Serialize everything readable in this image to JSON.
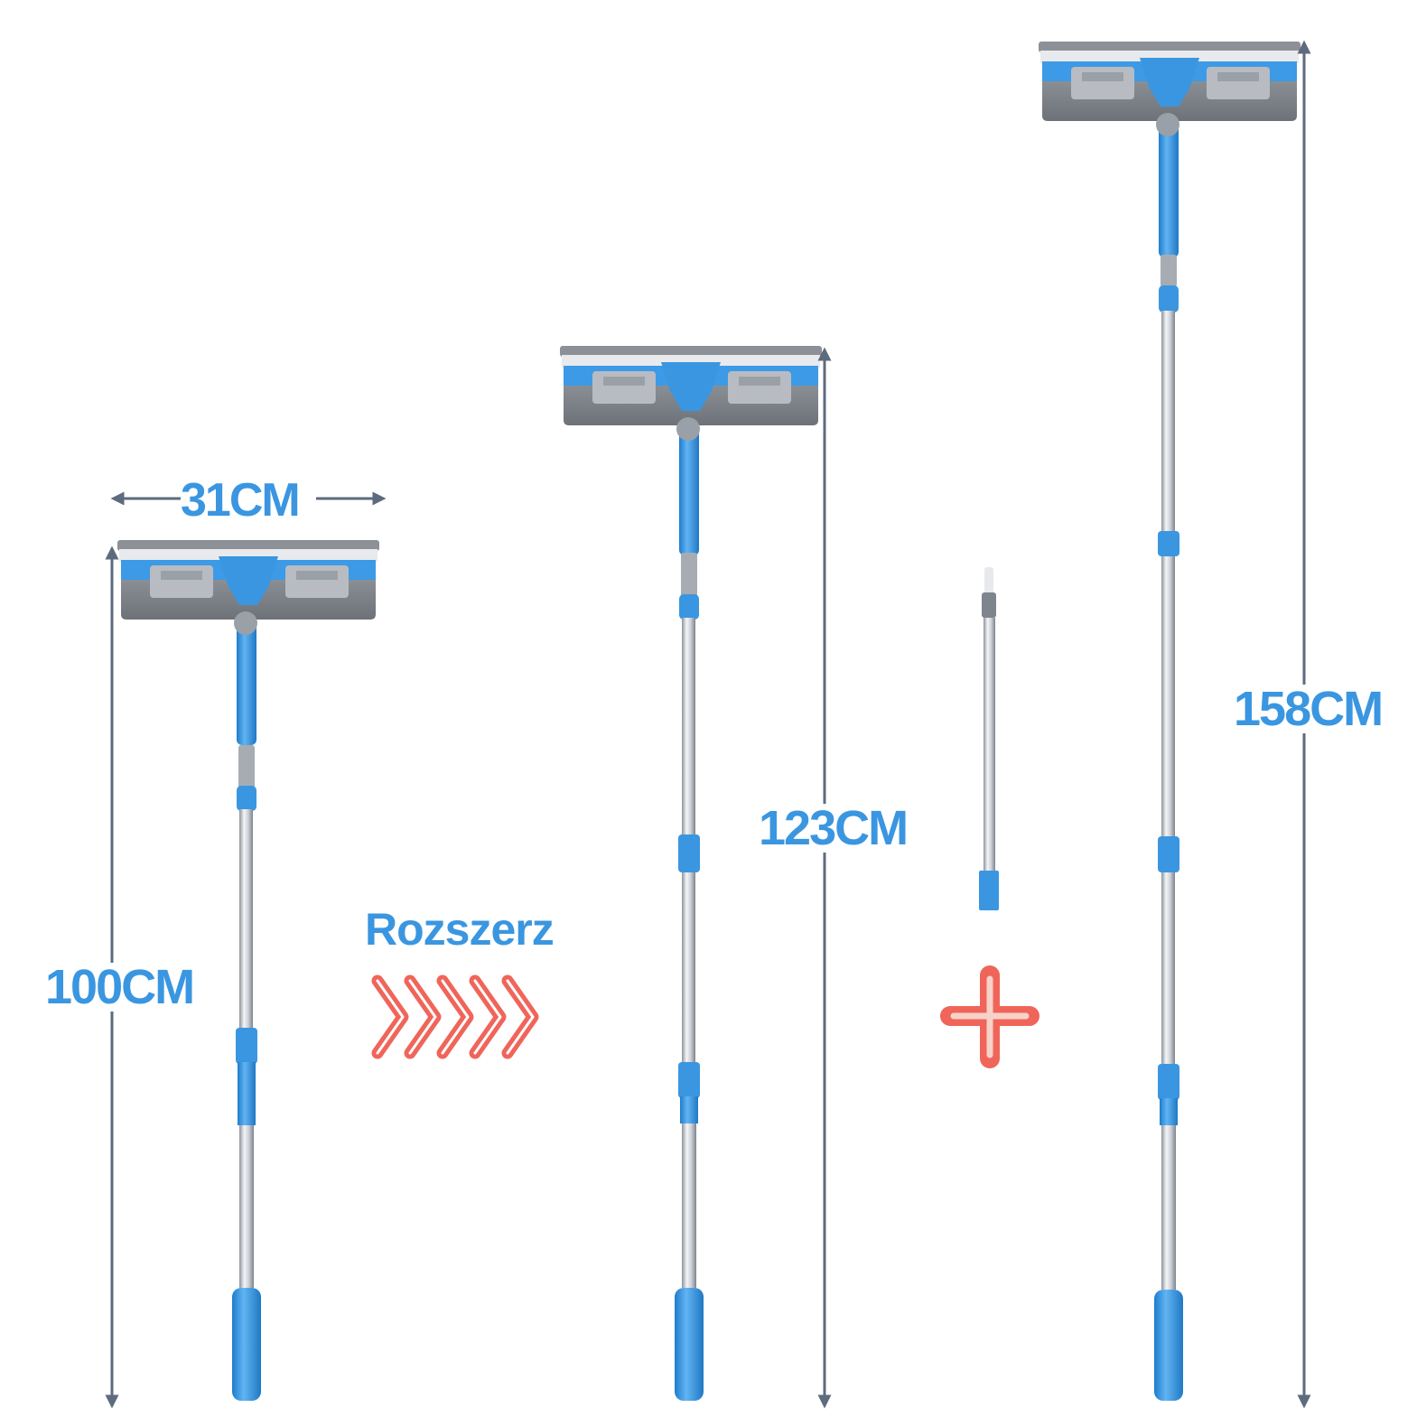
{
  "labels": {
    "width": "31CM",
    "height_short": "100CM",
    "height_mid": "123CM",
    "height_long": "158CM",
    "extend": "Rozszerz"
  },
  "colors": {
    "accent_blue": "#3a96e0",
    "measure_gray": "#5e6b7e",
    "highlight_red": "#f0655a",
    "pad_gray": "#7e8389",
    "steel": "#c9ccd2"
  },
  "icons": [
    "double-arrow-icon",
    "chevron-arrows-icon",
    "plus-icon"
  ]
}
